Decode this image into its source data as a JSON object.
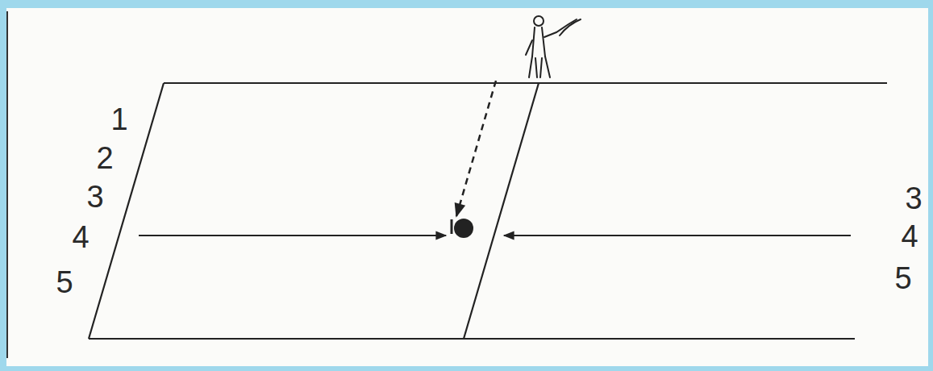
{
  "diagram": {
    "labels": [
      "1",
      "2",
      "3",
      "4",
      "5",
      "3",
      "4",
      "5"
    ]
  }
}
